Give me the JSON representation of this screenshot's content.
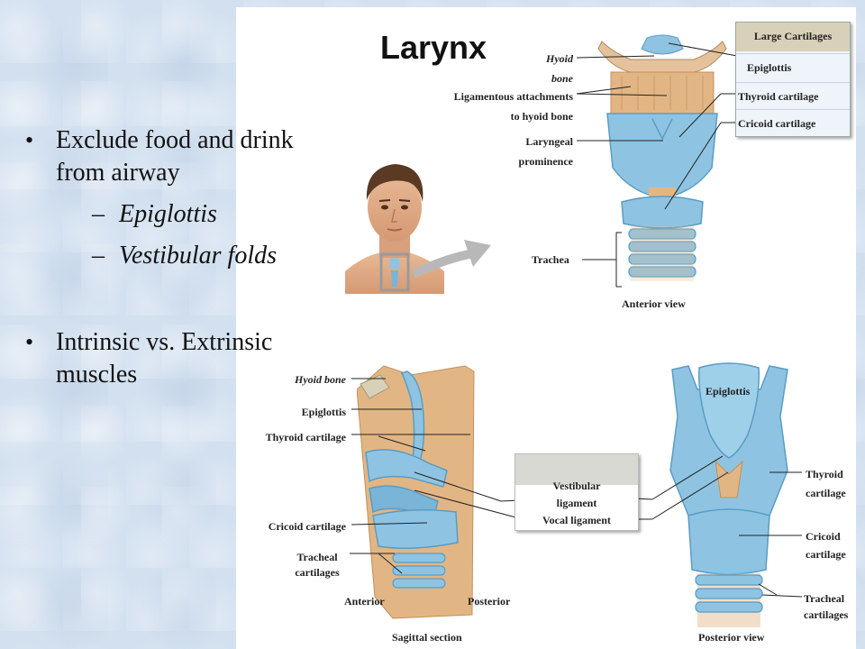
{
  "title": "Larynx",
  "bullets": [
    {
      "text": "Exclude food and drink from airway",
      "subs": [
        "Epiglottis",
        "Vestibular folds"
      ]
    },
    {
      "text": "Intrinsic vs. Extrinsic muscles",
      "subs": []
    }
  ],
  "legend": {
    "header": "Large Cartilages",
    "items": [
      "Epiglottis",
      "Thyroid cartilage",
      "Cricoid cartilage"
    ]
  },
  "anterior": {
    "hyoid_line1": "Hyoid",
    "hyoid_line2": "bone",
    "lig_line1": "Ligamentous attachments",
    "lig_line2": "to hyoid bone",
    "lp_line1": "Laryngeal",
    "lp_line2": "prominence",
    "trachea": "Trachea",
    "caption": "Anterior view"
  },
  "sagittal": {
    "hyoid": "Hyoid bone",
    "epiglottis": "Epiglottis",
    "thyroid": "Thyroid cartilage",
    "cricoid": "Cricoid cartilage",
    "tracheal_line1": "Tracheal",
    "tracheal_line2": "cartilages",
    "anterior": "Anterior",
    "posterior": "Posterior",
    "caption": "Sagittal section"
  },
  "center": {
    "vest_line1": "Vestibular",
    "vest_line2": "ligament",
    "vocal": "Vocal ligament"
  },
  "posterior": {
    "epiglottis": "Epiglottis",
    "thyroid_line1": "Thyroid",
    "thyroid_line2": "cartilage",
    "cricoid_line1": "Cricoid",
    "cricoid_line2": "cartilage",
    "tracheal_line1": "Tracheal",
    "tracheal_line2": "cartilages",
    "caption": "Posterior view"
  },
  "colors": {
    "cartilage_blue": "#8ec4e2",
    "cartilage_blue_dark": "#5a9cc4",
    "ligament_tan": "#e2b684",
    "tan_dark": "#c48f5c",
    "legend_header": "#d8d0b8",
    "background": "#d2e0ef"
  }
}
